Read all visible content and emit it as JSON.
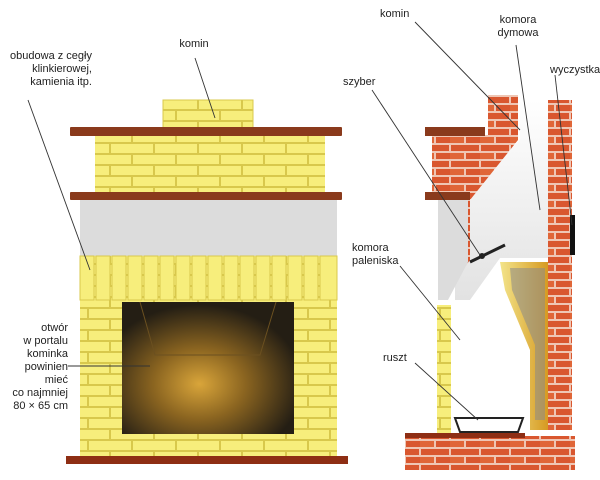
{
  "labels": {
    "front_chimney": "komin",
    "cladding_line1": "obudowa z cegły",
    "cladding_line2": "klinkierowej,",
    "cladding_line3": "kamienia itp.",
    "opening_line1": "otwór",
    "opening_line2": "w portalu",
    "opening_line3": "kominka",
    "opening_line4": "powinien",
    "opening_line5": "mieć",
    "opening_line6": "co najmniej",
    "opening_line7": "80 × 65 cm",
    "section_chimney": "komin",
    "smoke_chamber_line1": "komora",
    "smoke_chamber_line2": "dymowa",
    "damper": "szyber",
    "cleanout": "wyczystka",
    "firebox_line1": "komora",
    "firebox_line2": "paleniska",
    "grate": "ruszt"
  },
  "colors": {
    "yellow_brick": "#f7ee7c",
    "yellow_brick_edge": "#d8c84c",
    "red_brick": "#d9572f",
    "red_brick_light": "#e8774c",
    "wood_shelf": "#8a3a1c",
    "gray_lintel": "#dcdcdc",
    "firebox_dark": "#2b2418",
    "fire_glow": "#c8962e",
    "leader_line": "#333333",
    "base": "#8e2e14"
  }
}
